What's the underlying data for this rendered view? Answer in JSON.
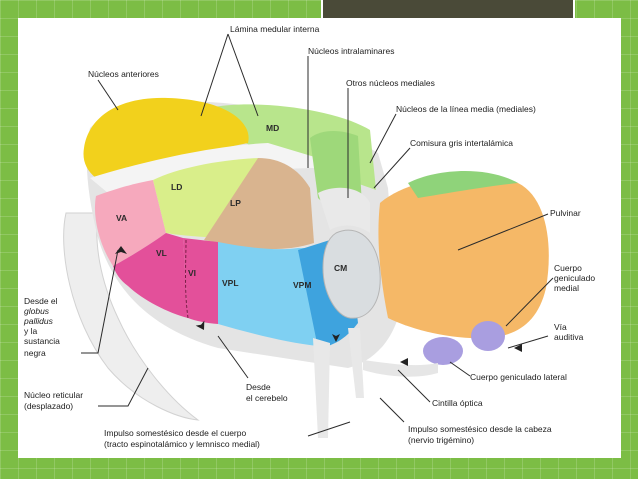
{
  "regions": {
    "md": "MD",
    "ld": "LD",
    "lp": "LP",
    "va": "VA",
    "vl": "VL",
    "vi": "VI",
    "vpl": "VPL",
    "vpm": "VPM",
    "cm": "CM"
  },
  "labels": {
    "lamina_medular": "Lámina medular interna",
    "nucleos_intralaminares": "Núcleos intralaminares",
    "nucleos_anteriores": "Núcleos anteriores",
    "otros_nucleos": "Otros núcleos mediales",
    "linea_media": "Núcleos de la línea media (mediales)",
    "comisura": "Comisura gris intertalámica",
    "pulvinar": "Pulvinar",
    "cuerpo_gen_medial_1": "Cuerpo",
    "cuerpo_gen_medial_2": "geniculado",
    "cuerpo_gen_medial_3": "medial",
    "via_auditiva_1": "Vía",
    "via_auditiva_2": "auditiva",
    "cuerpo_gen_lateral": "Cuerpo geniculado lateral",
    "cintilla": "Cintilla óptica",
    "desde_globus_1": "Desde el",
    "desde_globus_2": "globus",
    "desde_globus_3": "pallidus",
    "desde_globus_4": "y la",
    "desde_globus_5": "sustancia",
    "desde_globus_6": "negra",
    "reticular_1": "Núcleo reticular",
    "reticular_2": "(desplazado)",
    "cerebelo_1": "Desde",
    "cerebelo_2": "el cerebelo",
    "impulso_cuerpo_1": "Impulso somestésico desde el cuerpo",
    "impulso_cuerpo_2": "(tracto espinotalámico y lemnisco medial)",
    "impulso_cabeza_1": "Impulso somestésico desde la cabeza",
    "impulso_cabeza_2": "(nervio trigémino)"
  }
}
